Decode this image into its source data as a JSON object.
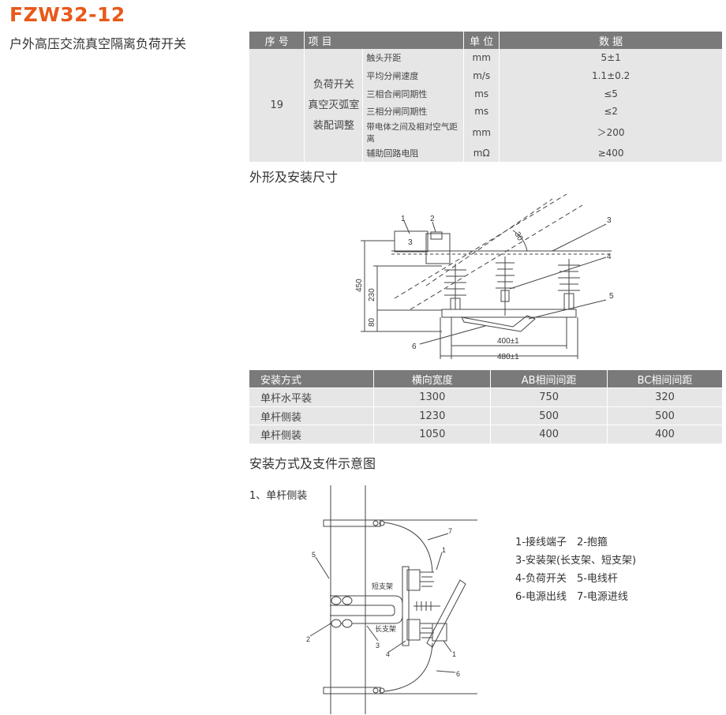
{
  "header": {
    "title": "FZW32-12",
    "subtitle": "户外高压交流真空隔离负荷开关"
  },
  "spec_table": {
    "columns": [
      "序 号",
      "项 目",
      "单 位",
      "数 据"
    ],
    "serial": "19",
    "group_lines": [
      "负荷开关",
      "真空灭弧室",
      "装配调整"
    ],
    "rows": [
      {
        "item": "触头开距",
        "unit": "mm",
        "value": "5±1"
      },
      {
        "item": "平均分闸速度",
        "unit": "m/s",
        "value": "1.1±0.2"
      },
      {
        "item": "三相合闸同期性",
        "unit": "ms",
        "value": "≤5"
      },
      {
        "item": "三相分闸同期性",
        "unit": "ms",
        "value": "≤2"
      },
      {
        "item": "带电体之间及相对空气距离",
        "unit": "mm",
        "value": "＞200"
      },
      {
        "item": "辅助回路电阻",
        "unit": "mΩ",
        "value": "≥400"
      }
    ]
  },
  "outline_section": {
    "heading": "外形及安装尺寸",
    "drawing": {
      "callouts": [
        "1",
        "2",
        "3",
        "4",
        "5",
        "6"
      ],
      "inner_label": "3",
      "angle": "30",
      "dim_450": "450",
      "dim_230": "230",
      "dim_80": "80",
      "dim_400": "400±1",
      "dim_480": "480±1"
    }
  },
  "mount_table": {
    "columns": [
      "安装方式",
      "横向宽度",
      "AB相间间距",
      "BC相间间距"
    ],
    "rows": [
      [
        "单杆水平装",
        "1300",
        "750",
        "320"
      ],
      [
        "单杆侧装",
        "1230",
        "500",
        "500"
      ],
      [
        "单杆侧装",
        "1050",
        "400",
        "400"
      ]
    ]
  },
  "methods_section": {
    "heading": "安装方式及支件示意图",
    "sub_label": "1、单杆侧装",
    "drawing": {
      "short_bracket": "短支架",
      "long_bracket": "长支架",
      "callouts_left": [
        "5",
        "2",
        "3",
        "4"
      ],
      "callouts_right": [
        "7",
        "1",
        "1",
        "6"
      ]
    },
    "legend": [
      "1-接线端子　2-抱箍",
      "3-安装架(长支架、短支架)",
      "4-负荷开关　5-电线杆",
      "6-电源出线　7-电源进线"
    ]
  }
}
